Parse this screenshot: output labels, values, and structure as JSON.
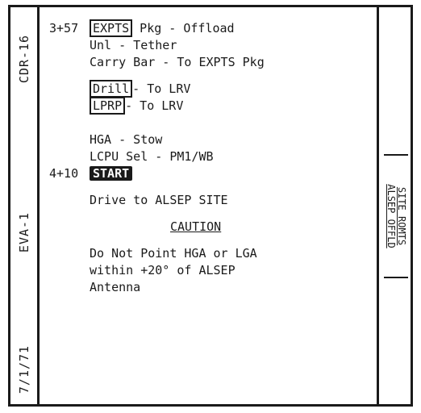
{
  "sidebar_left": {
    "top": "CDR-16",
    "middle": "EVA-1",
    "bottom": "7/1/71"
  },
  "sidebar_right": {
    "line1": "SITE ROMTS",
    "line2": "ALSEP OFFLD"
  },
  "lines": [
    {
      "time": "3+57",
      "pre": "",
      "boxed": "EXPTS",
      "post": " Pkg - Offload"
    },
    {
      "text": "Unl - Tether"
    },
    {
      "text": "Carry Bar - To EXPTS Pkg"
    },
    {
      "boxed": "Drill",
      "post": "- To LRV"
    },
    {
      "boxed": "LPRP",
      "post": "- To LRV"
    },
    {
      "text": "HGA - Stow"
    },
    {
      "text": "LCPU Sel - PM1/WB"
    },
    {
      "time": "4+10",
      "badge": "START"
    },
    {
      "text": "Drive to ALSEP SITE"
    },
    {
      "text": "CAUTION"
    },
    {
      "text": "Do Not Point HGA or LGA"
    },
    {
      "text": "within +20° of ALSEP"
    },
    {
      "text": "Antenna"
    }
  ]
}
